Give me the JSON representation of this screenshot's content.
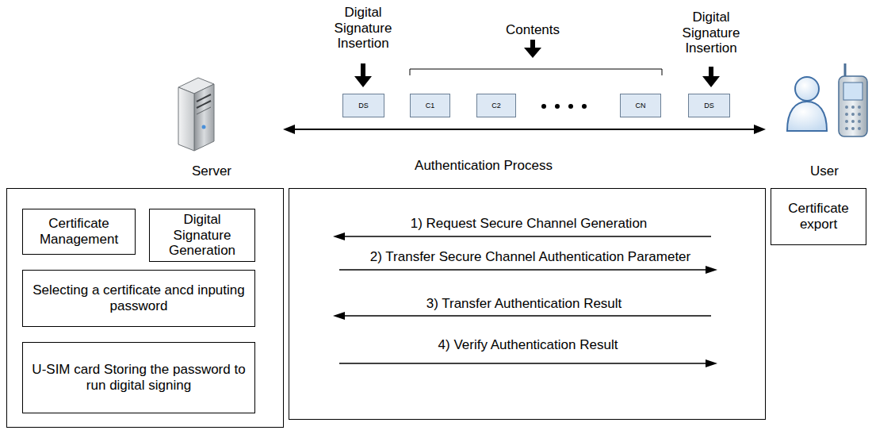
{
  "diagram": {
    "nodes": [
      {
        "text": [
          "DS"
        ]
      },
      {
        "text": [
          "C1"
        ]
      },
      {
        "text": [
          "C2"
        ]
      },
      {
        "text": [
          "CN"
        ]
      },
      {
        "text": [
          "DS"
        ]
      },
      {
        "text": []
      },
      {
        "text": [
          "Certificate Management"
        ],
        "in": 5
      },
      {
        "text": [
          "Digital Signature Generation"
        ],
        "in": 5
      },
      {
        "text": [
          "Selecting a certificate ancd inputing password"
        ],
        "in": 5
      },
      {
        "text": [
          "U-SIM card Storing the password to run digital signing"
        ],
        "in": 5
      },
      {
        "text": [
          "1) Request Secure Channel Generation",
          "2) Transfer Secure Channel Authentication Parameter",
          "3) Transfer Authentication Result",
          "4) Verify Authentication Result"
        ]
      },
      {
        "text": [
          "Certificate export"
        ]
      }
    ],
    "labels": [
      "Digital Signature Insertion",
      "Contents",
      "Digital Signature Insertion",
      "Server",
      "Authentication Process",
      "User"
    ]
  }
}
